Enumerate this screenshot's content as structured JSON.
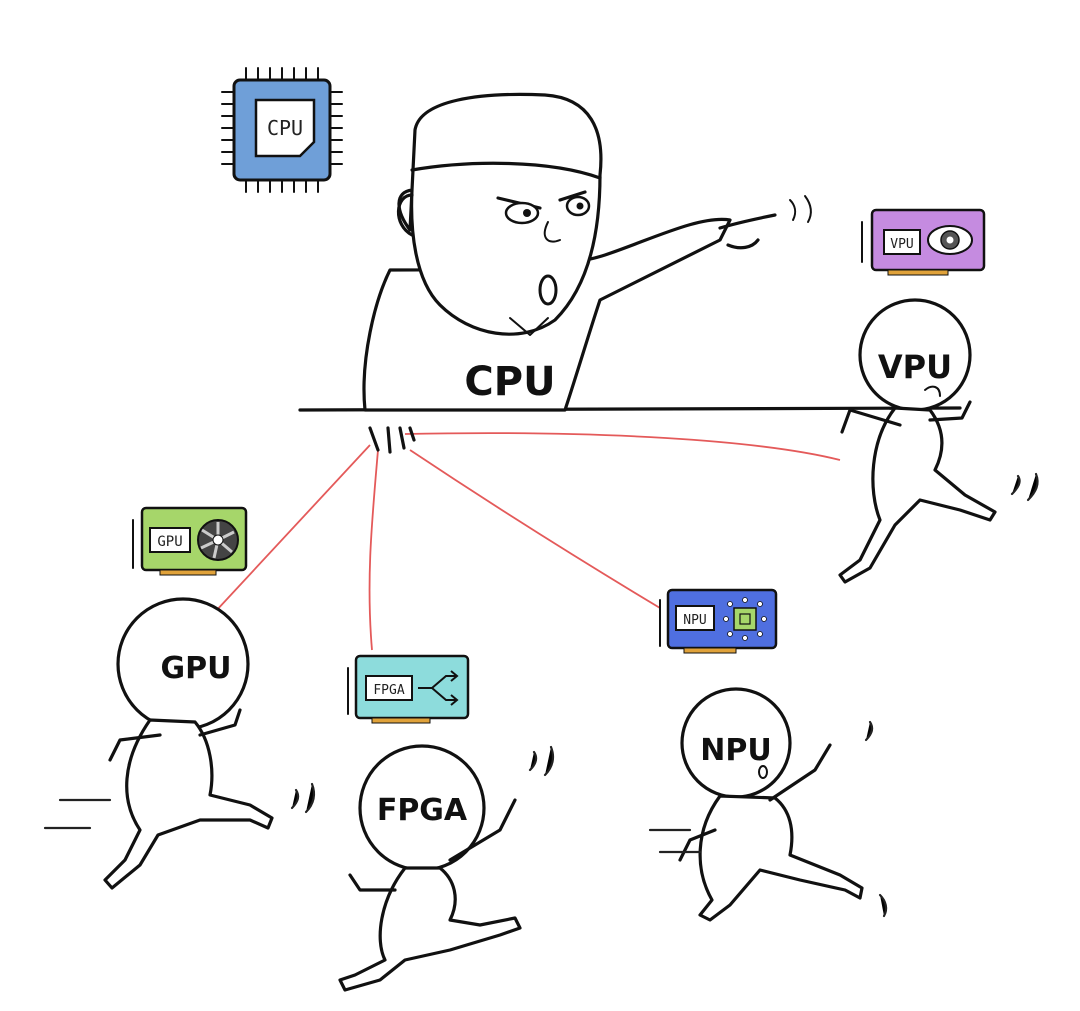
{
  "boss": {
    "label": "CPU"
  },
  "cpu_chip": {
    "label": "CPU",
    "color": "#6f9fd8"
  },
  "runners": {
    "vpu": {
      "label": "VPU"
    },
    "gpu": {
      "label": "GPU"
    },
    "fpga": {
      "label": "FPGA"
    },
    "npu": {
      "label": "NPU"
    }
  },
  "cards": {
    "vpu": {
      "label": "VPU",
      "color": "#c58be0",
      "icon": "eye-icon"
    },
    "gpu": {
      "label": "GPU",
      "color": "#a6d66a",
      "icon": "fan-icon"
    },
    "fpga": {
      "label": "FPGA",
      "color": "#8ddcdc",
      "icon": "branch-arrows-icon"
    },
    "npu": {
      "label": "NPU",
      "color": "#4f6fe0",
      "icon": "neural-chip-icon"
    }
  },
  "colors": {
    "leash": "#e45a5a",
    "ink": "#111111",
    "card_gold": "#e0a23a"
  }
}
